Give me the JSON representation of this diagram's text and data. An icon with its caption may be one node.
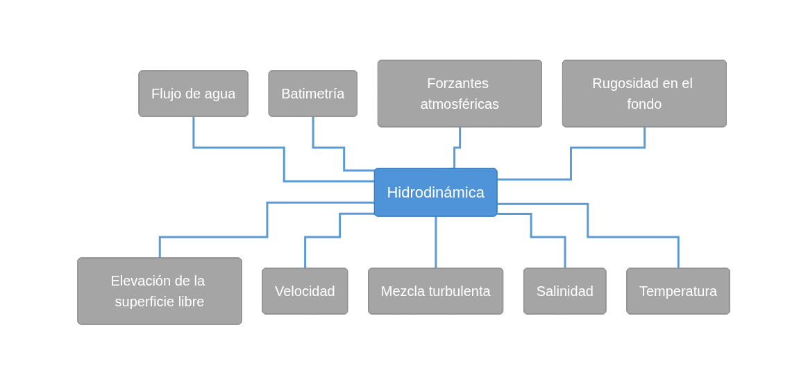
{
  "diagram": {
    "nodes": [
      {
        "text": [
          "Flujo de agua"
        ]
      },
      {
        "text": [
          "Hidrodinámica"
        ]
      },
      {
        "text": [
          "Batimetría"
        ]
      },
      {
        "text": [
          "Forzantes atmosféricas"
        ]
      },
      {
        "text": [
          "Rugosidad en el fondo"
        ]
      },
      {
        "text": [
          "Elevación de la superficie libre"
        ]
      },
      {
        "text": [
          "Velocidad"
        ]
      },
      {
        "text": [
          "Mezcla turbulenta"
        ]
      },
      {
        "text": [
          "Salinidad"
        ]
      },
      {
        "text": [
          "Temperatura"
        ]
      }
    ],
    "edges": [
      {
        "from": 0,
        "to": 1,
        "arrow": "none"
      },
      {
        "from": 2,
        "to": 1,
        "arrow": "none"
      },
      {
        "from": 3,
        "to": 1,
        "arrow": "none"
      },
      {
        "from": 4,
        "to": 1,
        "arrow": "none"
      },
      {
        "from": 1,
        "to": 5,
        "arrow": "none"
      },
      {
        "from": 1,
        "to": 6,
        "arrow": "none"
      },
      {
        "from": 1,
        "to": 7,
        "arrow": "none"
      },
      {
        "from": 1,
        "to": 8,
        "arrow": "none"
      },
      {
        "from": 1,
        "to": 9,
        "arrow": "none"
      }
    ]
  }
}
